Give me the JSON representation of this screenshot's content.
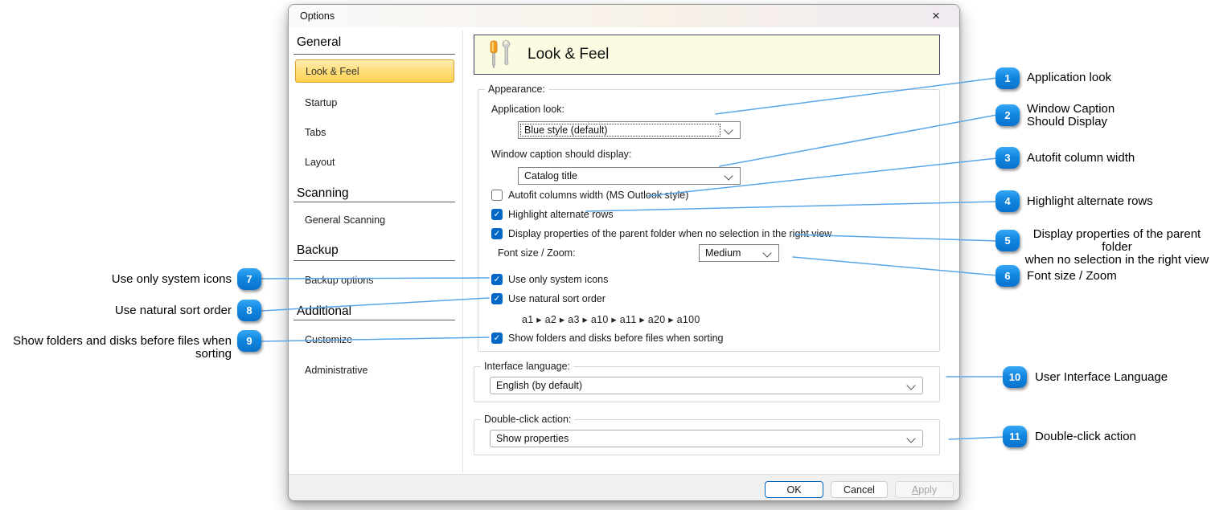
{
  "window": {
    "title": "Options"
  },
  "icons": {
    "close": "×",
    "check": "✓"
  },
  "sidebar": {
    "sections": [
      {
        "header": "General",
        "items": [
          "Look & Feel",
          "Startup",
          "Tabs",
          "Layout"
        ],
        "selected": "Look & Feel"
      },
      {
        "header": "Scanning",
        "items": [
          "General Scanning"
        ]
      },
      {
        "header": "Backup",
        "items": [
          "Backup options"
        ]
      },
      {
        "header": "Additional",
        "items": [
          "Customize",
          "Administrative"
        ]
      }
    ]
  },
  "main": {
    "page_title": "Look & Feel",
    "appearance": {
      "label": "Appearance:",
      "application_look_label": "Application look:",
      "application_look_value": "Blue style (default)",
      "window_caption_label": "Window caption should display:",
      "window_caption_value": "Catalog title",
      "autofit": {
        "label": "Autofit columns width (MS Outlook style)",
        "checked": false
      },
      "highlight": {
        "label": "Highlight alternate rows",
        "checked": true
      },
      "display_props": {
        "label": "Display properties of the parent folder when no selection in the right view",
        "checked": true
      },
      "font_size_label": "Font size / Zoom:",
      "font_size_value": "Medium",
      "system_icons": {
        "label": "Use only system icons",
        "checked": true
      },
      "natural_sort": {
        "label": "Use natural sort order",
        "checked": true
      },
      "natural_sort_example": "a1 ▸ a2 ▸ a3 ▸ a10 ▸ a11 ▸ a20 ▸ a100",
      "folders_first": {
        "label": "Show folders and disks before files when sorting",
        "checked": true
      }
    },
    "interface_language": {
      "label": "Interface language:",
      "value": "English (by default)"
    },
    "double_click": {
      "label": "Double-click action:",
      "value": "Show properties"
    }
  },
  "footer": {
    "ok": "OK",
    "cancel": "Cancel",
    "apply": "Apply"
  },
  "colors": {
    "accent_blue": "#0b72cd",
    "callout_line": "#58a6e8",
    "selected_item": "#ffd14e",
    "banner_bg": "#fbfbe1",
    "checkbox_blue": "#0067c4"
  },
  "callouts": [
    {
      "num": "1",
      "label": "Application look"
    },
    {
      "num": "2",
      "label": "Window Caption\nShould Display"
    },
    {
      "num": "3",
      "label": "Autofit column width"
    },
    {
      "num": "4",
      "label": "Highlight alternate rows"
    },
    {
      "num": "5",
      "label": "Display properties of the parent folder\nwhen no selection in the right view"
    },
    {
      "num": "6",
      "label": "Font size / Zoom"
    },
    {
      "num": "7",
      "label": "Use only system icons"
    },
    {
      "num": "8",
      "label": "Use natural sort order"
    },
    {
      "num": "9",
      "label": "Show folders and disks before files when sorting"
    },
    {
      "num": "10",
      "label": "User Interface Language"
    },
    {
      "num": "11",
      "label": "Double-click action"
    }
  ]
}
